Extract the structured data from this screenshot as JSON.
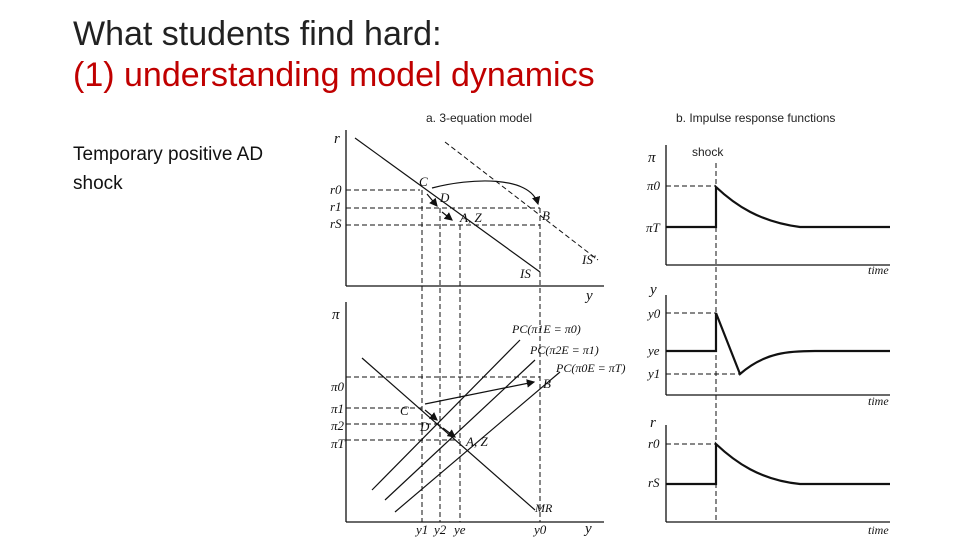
{
  "slide": {
    "title_line1": "What students find hard:",
    "title_line2": "(1) understanding model dynamics",
    "side_text": "Temporary positive AD shock"
  },
  "diagram": {
    "panel_a_title": "a. 3-equation model",
    "panel_b_title": "b. Impulse response functions",
    "shock_label": "shock",
    "is_axis": {
      "y_label": "r",
      "x_label": "y",
      "ticks": [
        "r0",
        "r1",
        "rS"
      ]
    },
    "is_curves": [
      "IS",
      "IS'"
    ],
    "is_points": [
      "C",
      "D",
      "A, Z",
      "B"
    ],
    "pc_axis": {
      "y_label": "π",
      "ticks": [
        "π0",
        "π1",
        "π2",
        "πT"
      ]
    },
    "pc_curves": [
      "PC(π1E = π0)",
      "PC(π2E = π1)",
      "PC(π0E = πT)",
      "MR"
    ],
    "pc_points": [
      "C",
      "D",
      "A, Z",
      "B"
    ],
    "x_ticks": [
      "y1",
      "y2",
      "ye",
      "y0"
    ],
    "x_axis_label": "y",
    "irf_pi": {
      "y_label": "π",
      "ticks": [
        "π0",
        "πT"
      ],
      "x_label": "time"
    },
    "irf_y": {
      "y_label": "y",
      "ticks": [
        "y0",
        "ye",
        "y1"
      ],
      "x_label": "time"
    },
    "irf_r": {
      "y_label": "r",
      "ticks": [
        "r0",
        "rS"
      ],
      "x_label": "time"
    }
  },
  "colors": {
    "title_black": "#222222",
    "title_red": "#c00000"
  }
}
